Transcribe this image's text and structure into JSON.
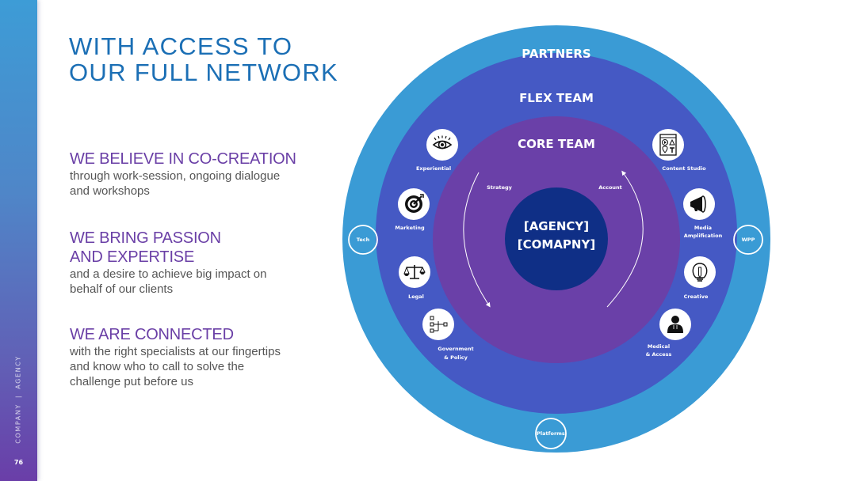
{
  "sidebar": {
    "brand_left": "COMPANY",
    "separator": "|",
    "brand_right": "AGENCY",
    "page_number": "76"
  },
  "title": {
    "line1": "WITH ACCESS TO",
    "line2": "OUR FULL NETWORK"
  },
  "blocks": [
    {
      "heading": [
        "WE BELIEVE IN CO-CREATION"
      ],
      "body": [
        "through work-session, ongoing dialogue",
        "and workshops"
      ]
    },
    {
      "heading": [
        "WE BRING PASSION",
        "AND EXPERTISE"
      ],
      "body": [
        "and a desire to achieve big impact on",
        "behalf of our clients"
      ]
    },
    {
      "heading": [
        "WE ARE CONNECTED"
      ],
      "body": [
        "with the right specialists at our fingertips",
        "and know who to call to solve the",
        "challenge put before us"
      ]
    }
  ],
  "diagram": {
    "colors": {
      "partners": "#3a9bd5",
      "flex": "#4559c4",
      "core": "#6a40a8",
      "center": "#0f2f86",
      "icon_bg": "#ffffff",
      "icon_fg": "#111111"
    },
    "rings": {
      "partners": "PARTNERS",
      "flex": "FLEX TEAM",
      "core": "CORE TEAM"
    },
    "center": {
      "line1": "[AGENCY]",
      "line2": "[COMAPNY]"
    },
    "core_arcs": {
      "left": "Strategy",
      "right": "Account"
    },
    "flex_items": [
      {
        "label": [
          "Experiential"
        ],
        "icon": "eye-icon"
      },
      {
        "label": [
          "Marketing"
        ],
        "icon": "target-icon"
      },
      {
        "label": [
          "Legal"
        ],
        "icon": "scales-icon"
      },
      {
        "label": [
          "Government",
          "& Policy"
        ],
        "icon": "org-chart-icon"
      },
      {
        "label": [
          "Content Studio"
        ],
        "icon": "content-studio-icon"
      },
      {
        "label": [
          "Media",
          "Amplification"
        ],
        "icon": "megaphone-icon"
      },
      {
        "label": [
          "Creative"
        ],
        "icon": "lightbulb-icon"
      },
      {
        "label": [
          "Medical",
          "& Access"
        ],
        "icon": "doctor-icon"
      }
    ],
    "partners": [
      "Tech",
      "WPP",
      "Platforms"
    ]
  }
}
